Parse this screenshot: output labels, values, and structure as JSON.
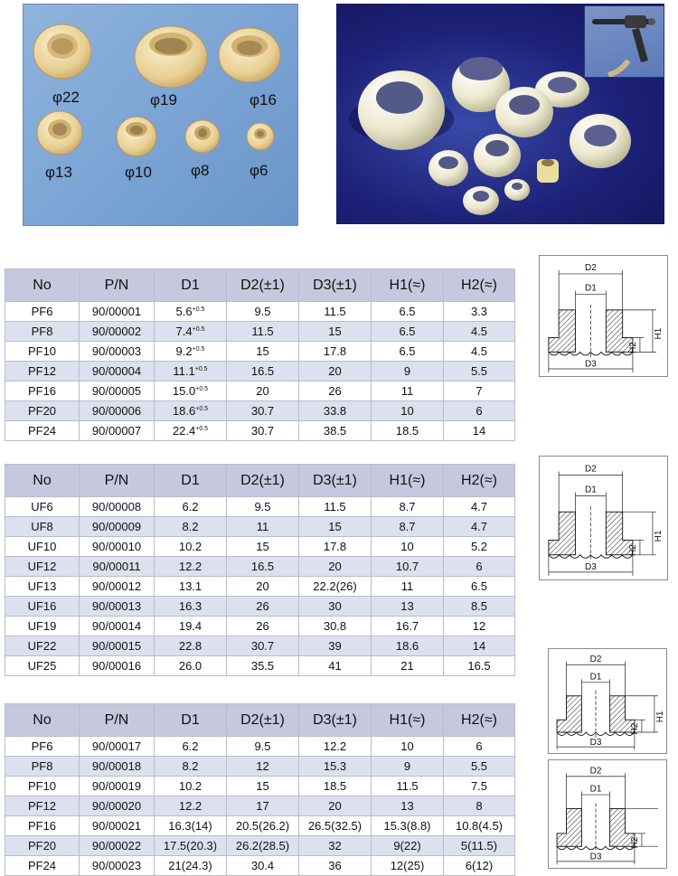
{
  "photo_left": {
    "sizes": [
      "φ22",
      "φ19",
      "φ16",
      "φ13",
      "φ10",
      "φ8",
      "φ6"
    ]
  },
  "columns": [
    "No",
    "P/N",
    "D1",
    "D2(±1)",
    "D3(±1)",
    "H1(≈)",
    "H2(≈)"
  ],
  "tables": [
    {
      "rows": [
        [
          "PF6",
          "90/00001",
          "5.6",
          "9.5",
          "11.5",
          "6.5",
          "3.3"
        ],
        [
          "PF8",
          "90/00002",
          "7.4",
          "11.5",
          "15",
          "6.5",
          "4.5"
        ],
        [
          "PF10",
          "90/00003",
          "9.2",
          "15",
          "17.8",
          "6.5",
          "4.5"
        ],
        [
          "PF12",
          "90/00004",
          "11.1",
          "16.5",
          "20",
          "9",
          "5.5"
        ],
        [
          "PF16",
          "90/00005",
          "15.0",
          "20",
          "26",
          "11",
          "7"
        ],
        [
          "PF20",
          "90/00006",
          "18.6",
          "30.7",
          "33.8",
          "10",
          "6"
        ],
        [
          "PF24",
          "90/00007",
          "22.4",
          "30.7",
          "38.5",
          "18.5",
          "14"
        ]
      ],
      "d1_tolerance": "+0.5"
    },
    {
      "rows": [
        [
          "UF6",
          "90/00008",
          "6.2",
          "9.5",
          "11.5",
          "8.7",
          "4.7"
        ],
        [
          "UF8",
          "90/00009",
          "8.2",
          "11",
          "15",
          "8.7",
          "4.7"
        ],
        [
          "UF10",
          "90/00010",
          "10.2",
          "15",
          "17.8",
          "10",
          "5.2"
        ],
        [
          "UF12",
          "90/00011",
          "12.2",
          "16.5",
          "20",
          "10.7",
          "6"
        ],
        [
          "UF13",
          "90/00012",
          "13.1",
          "20",
          "22.2(26)",
          "11",
          "6.5"
        ],
        [
          "UF16",
          "90/00013",
          "16.3",
          "26",
          "30",
          "13",
          "8.5"
        ],
        [
          "UF19",
          "90/00014",
          "19.4",
          "26",
          "30.8",
          "16.7",
          "12"
        ],
        [
          "UF22",
          "90/00015",
          "22.8",
          "30.7",
          "39",
          "18.6",
          "14"
        ],
        [
          "UF25",
          "90/00016",
          "26.0",
          "35.5",
          "41",
          "21",
          "16.5"
        ]
      ]
    },
    {
      "rows": [
        [
          "PF6",
          "90/00017",
          "6.2",
          "9.5",
          "12.2",
          "10",
          "6"
        ],
        [
          "PF8",
          "90/00018",
          "8.2",
          "12",
          "15.3",
          "9",
          "5.5"
        ],
        [
          "PF10",
          "90/00019",
          "10.2",
          "15",
          "18.5",
          "11.5",
          "7.5"
        ],
        [
          "PF12",
          "90/00020",
          "12.2",
          "17",
          "20",
          "13",
          "8"
        ],
        [
          "PF16",
          "90/00021",
          "16.3(14)",
          "20.5(26.2)",
          "26.5(32.5)",
          "15.3(8.8)",
          "10.8(4.5)"
        ],
        [
          "PF20",
          "90/00022",
          "17.5(20.3)",
          "26.2(28.5)",
          "32",
          "9(22)",
          "5(11.5)"
        ],
        [
          "PF24",
          "90/00023",
          "21(24.3)",
          "30.4",
          "36",
          "12(25)",
          "6(12)"
        ]
      ]
    }
  ],
  "diagram_labels": {
    "d2": "D2",
    "d1": "D1",
    "d3": "D3",
    "h1": "H1",
    "h2": "H2"
  }
}
